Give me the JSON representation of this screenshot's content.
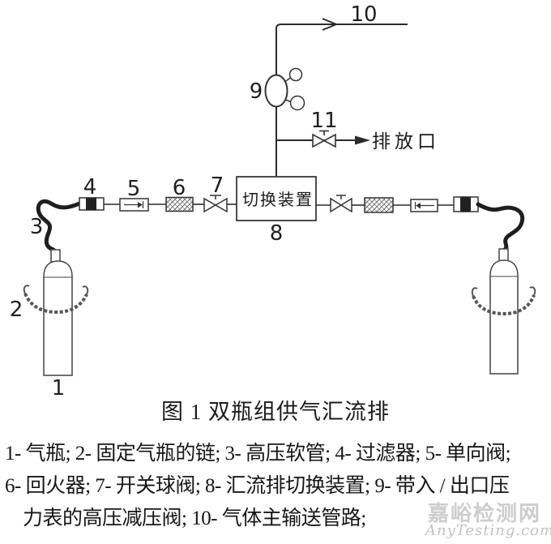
{
  "figure": {
    "caption": "图 1  双瓶组供气汇流排",
    "legend_lines": [
      "1- 气瓶; 2- 固定气瓶的链; 3- 高压软管; 4- 过滤器; 5- 单向阀;",
      "6- 回火器; 7- 开关球阀; 8- 汇流排切换装置; 9- 带入 / 出口压",
      "力表的高压减压阀; 10- 气体主输送管路;"
    ]
  },
  "diagram": {
    "switch_box_label": "切换装置",
    "discharge_label": "排放口",
    "numbers": {
      "cylinder": "1",
      "chain": "2",
      "hose": "3",
      "filter": "4",
      "check_valve": "5",
      "flashback_arrestor": "6",
      "ball_valve": "7",
      "switch_device": "8",
      "regulator": "9",
      "main_pipe": "10",
      "drain_valve": "11"
    }
  },
  "watermark": {
    "site_cn": "嘉峪检测网",
    "site_en": "AnyTesting.com"
  },
  "colors": {
    "pipe_line": "#2b2b2b",
    "hose": "#1e1e1e",
    "component_stroke": "#3a3a3a",
    "watermark_cn": "#cdcdcd",
    "watermark_en": "#c2c2c2"
  }
}
